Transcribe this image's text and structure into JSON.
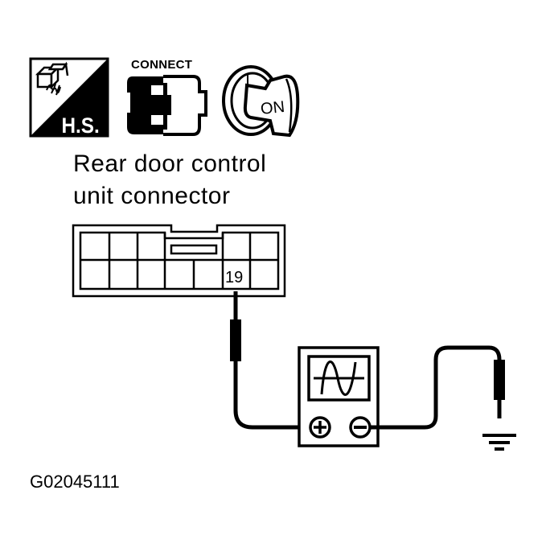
{
  "diagram": {
    "icons": [
      {
        "name": "harness-service-icon",
        "label": "H.S."
      },
      {
        "name": "connect-icon",
        "label": "CONNECT"
      },
      {
        "name": "ignition-key-icon",
        "label": "ON"
      }
    ],
    "title": {
      "line1": "Rear door control",
      "line2": "unit connector"
    },
    "connector": {
      "terminal_label": "19",
      "rows": 2,
      "columns": 7
    },
    "meter": {
      "icon": "oscilloscope-waveform-icon",
      "positive_terminal": "+",
      "negative_terminal": "−"
    },
    "ground": {
      "icon": "ground-icon"
    },
    "figure_id": "G02045111",
    "colors": {
      "line": "#000000",
      "background": "#ffffff"
    }
  }
}
